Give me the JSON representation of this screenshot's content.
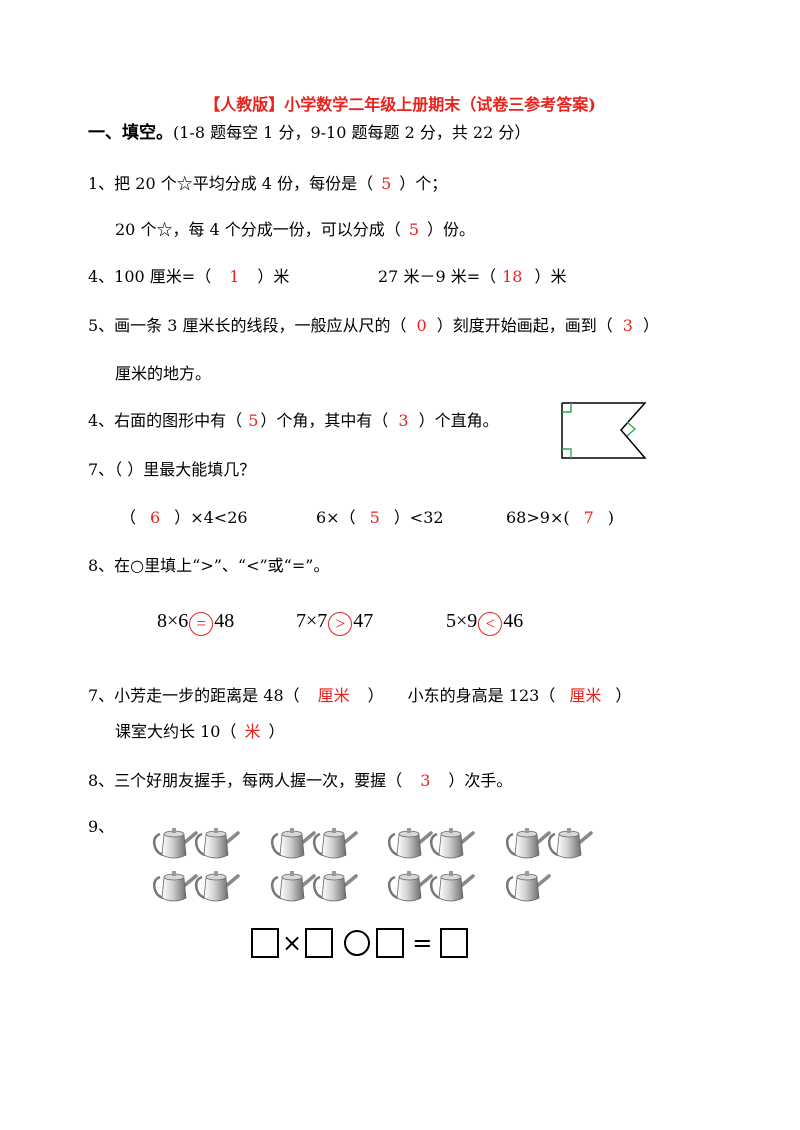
{
  "title": "【人教版】小学数学二年级上册期末（试卷三参考答案)",
  "section": {
    "heading": "一、填空。",
    "note": "(1-8 题每空 1 分，9-10 题每题 2 分，共 22 分）"
  },
  "q1": {
    "line1_a": "1、把 20 个☆平均分成 4 份，每份是（",
    "line1_ans": "5",
    "line1_b": "）个；",
    "line2_a": "20 个☆，每 4 个分成一份，可以分成（",
    "line2_ans": "5",
    "line2_b": "）份。"
  },
  "q4a": {
    "left_a": "4、100 厘米=（",
    "left_ans": "1",
    "left_b": "）米",
    "right_a": "27 米－9 米=（",
    "right_ans": "18",
    "right_b": "）米"
  },
  "q5": {
    "a": "5、画一条 3 厘米长的线段，一般应从尺的（",
    "ans1": "0",
    "b": "）刻度开始画起，画到（",
    "ans2": "3",
    "c": "）",
    "line2": "厘米的地方。"
  },
  "q4b": {
    "a": "4、右面的图形中有（",
    "ans1": "5",
    "b": "）个角，其中有（",
    "ans2": "3",
    "c": "）个直角。"
  },
  "q7a": {
    "label": "7、（    ）里最大能填几？",
    "e1_a": "（",
    "e1_ans": "6",
    "e1_b": "）×4<26",
    "e2_a": "6×（",
    "e2_ans": "5",
    "e2_b": "）<32",
    "e3_a": "68>9×(",
    "e3_ans": "7",
    "e3_b": ")"
  },
  "q8a": {
    "label": "8、在○里填上“>”、“<”或“=”。",
    "c1_left": "8×6",
    "c1_sym": "=",
    "c1_right": "48",
    "c2_left": "7×7",
    "c2_sym": ">",
    "c2_right": "47",
    "c3_left": "5×9",
    "c3_sym": "<",
    "c3_right": "46"
  },
  "q7b": {
    "a": "7、小芳走一步的距离是 48（",
    "ans1": "厘米",
    "b": "）",
    "c": "小东的身高是 123（",
    "ans2": "厘米",
    "d": "）",
    "line2_a": "课室大约长 10（",
    "ans3": "米",
    "line2_b": "）"
  },
  "q8b": {
    "a": "8、三个好朋友握手，每两人握一次，要握（",
    "ans": "3",
    "b": "）次手。"
  },
  "q9": {
    "label": "9、",
    "teapot_groups": [
      4,
      4,
      4,
      3
    ],
    "equation_times": "×",
    "equation_equals": "="
  },
  "colors": {
    "answer": "#e8231e",
    "right_angle_mark": "#2fa84f"
  },
  "icons": {
    "teapot": "teapot-icon",
    "flag_shape": "flag-shape-figure"
  }
}
